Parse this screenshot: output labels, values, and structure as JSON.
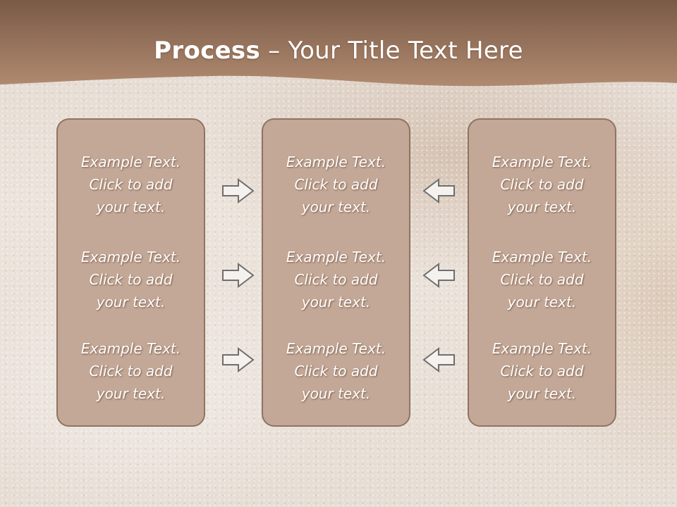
{
  "slide": {
    "title_bold": "Process",
    "title_rest": " – Your Title Text Here"
  },
  "columns": [
    {
      "items": [
        {
          "line1": "Example Text.",
          "line2": "Click  to add",
          "line3": "your text."
        },
        {
          "line1": "Example Text.",
          "line2": "Click  to add",
          "line3": "your text."
        },
        {
          "line1": "Example Text.",
          "line2": "Click  to add",
          "line3": "your text."
        }
      ]
    },
    {
      "items": [
        {
          "line1": "Example Text.",
          "line2": "Click  to add",
          "line3": "your text."
        },
        {
          "line1": "Example Text.",
          "line2": "Click  to add",
          "line3": "your text."
        },
        {
          "line1": "Example Text.",
          "line2": "Click  to add",
          "line3": "your text."
        }
      ]
    },
    {
      "items": [
        {
          "line1": "Example Text.",
          "line2": "Click  to add",
          "line3": "your text."
        },
        {
          "line1": "Example Text.",
          "line2": "Click  to add",
          "line3": "your text."
        },
        {
          "line1": "Example Text.",
          "line2": "Click  to add",
          "line3": "your text."
        }
      ]
    }
  ],
  "arrows": {
    "left_group": "arrow-right-icon",
    "right_group": "arrow-left-icon"
  },
  "colors": {
    "header": "#9c7760",
    "box_fill": "#c4a897",
    "box_border": "#8f7361",
    "text": "#ffffff"
  }
}
